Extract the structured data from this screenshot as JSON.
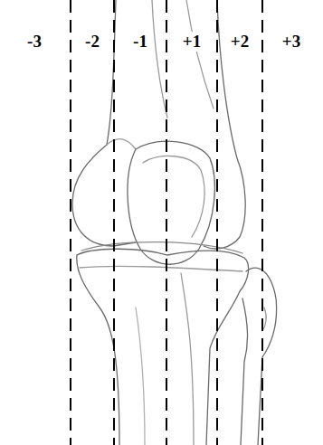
{
  "diagram": {
    "labels": [
      "-3",
      "-2",
      "-1",
      "+1",
      "+2",
      "+3"
    ]
  }
}
